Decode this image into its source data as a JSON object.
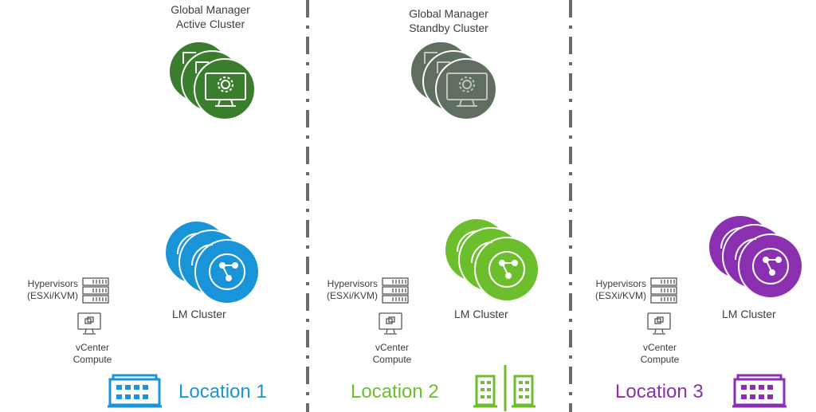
{
  "global_manager": {
    "active": {
      "line1": "Global Manager",
      "line2": "Active Cluster",
      "color": "#3a7d2c"
    },
    "standby": {
      "line1": "Global Manager",
      "line2": "Standby Cluster",
      "color": "#5f6e5e"
    }
  },
  "locations": [
    {
      "name": "Location 1",
      "color": "#1a94d8",
      "lm_label": "LM Cluster",
      "hypervisors_line1": "Hypervisors",
      "hypervisors_line2": "(ESXi/KVM)",
      "vcenter_line1": "vCenter",
      "vcenter_line2": "Compute",
      "building_icon": "building-wide-icon"
    },
    {
      "name": "Location 2",
      "color": "#6cbe2d",
      "lm_label": "LM Cluster",
      "hypervisors_line1": "Hypervisors",
      "hypervisors_line2": "(ESXi/KVM)",
      "vcenter_line1": "vCenter",
      "vcenter_line2": "Compute",
      "building_icon": "buildings-tower-icon"
    },
    {
      "name": "Location 3",
      "color": "#8a2fb0",
      "lm_label": "LM Cluster",
      "hypervisors_line1": "Hypervisors",
      "hypervisors_line2": "(ESXi/KVM)",
      "vcenter_line1": "vCenter",
      "vcenter_line2": "Compute",
      "building_icon": "building-wide-icon"
    }
  ]
}
